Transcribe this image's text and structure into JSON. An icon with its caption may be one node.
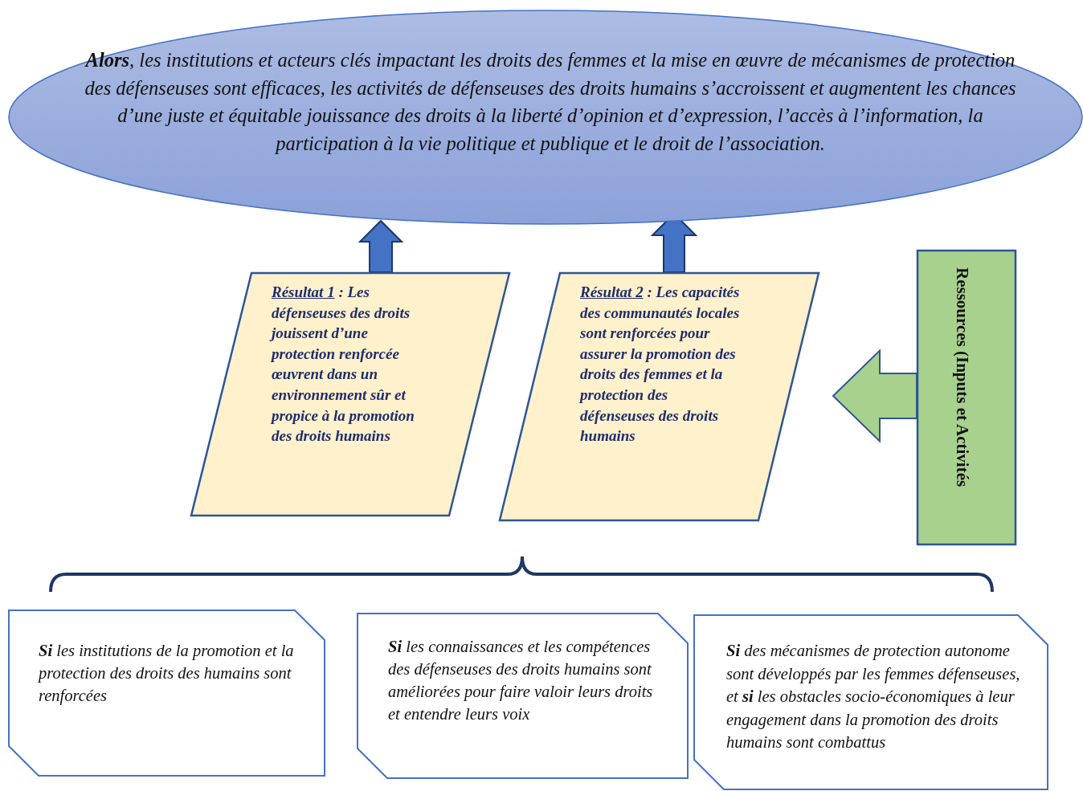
{
  "diagram": {
    "nodes": [
      {
        "text": [
          "**Alors**, les institutions et acteurs clés impactant les droits des femmes et la mise en œuvre de mécanismes de protection des défenseuses sont efficaces, les activités de défenseuses des droits humains s’accroissent et augmentent les chances d’une juste et équitable jouissance des droits à la liberté d’opinion et d’expression, l’accès à l’information, la participation à la vie politique et publique et le droit de l’association."
        ]
      },
      {
        "text": [
          "Résultat 1",
          ": Les défenseuses des droits jouissent d’une protection renforcée œuvrent dans un environnement sûr et propice à la promotion des droits humains"
        ]
      },
      {
        "text": [
          "Résultat 2",
          ": Les capacités des communautés locales sont renforcées pour assurer la promotion des droits des femmes et la protection des défenseuses des droits humains"
        ]
      },
      {
        "text": [
          "Ressources (Inputs et Activités"
        ]
      },
      {
        "text": [
          "**Si** les institutions de la promotion et la protection des droits des humains sont renforcées"
        ]
      },
      {
        "text": [
          "**Si** les connaissances et les compétences des défenseuses des droits humains sont améliorées pour faire valoir leurs droits et entendre leurs voix"
        ]
      },
      {
        "text": [
          "**Si** des mécanismes de protection autonome sont développés par les femmes défenseuses, et **si** les obstacles socio-économiques à leur engagement dans la promotion des droits humains sont combattus"
        ]
      }
    ],
    "edges": [
      {
        "from": 1,
        "to": 0,
        "arrow": "to",
        "style": "thick"
      },
      {
        "from": 2,
        "to": 0,
        "arrow": "to",
        "style": "thick"
      },
      {
        "from": 3,
        "to": 2,
        "arrow": "to",
        "style": "thick",
        "color": "#a9d18e"
      }
    ]
  }
}
